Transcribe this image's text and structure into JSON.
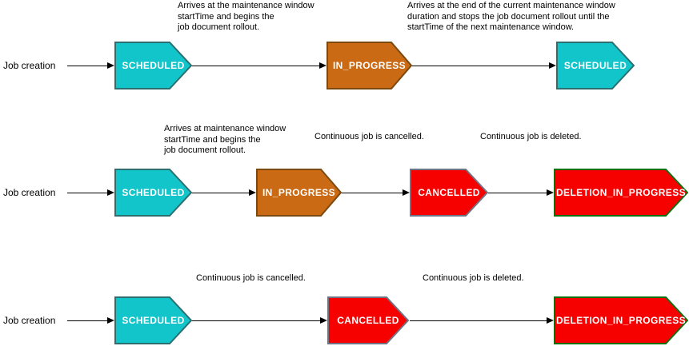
{
  "colors": {
    "scheduled": {
      "fill": "#11C5CB",
      "stroke": "#2D6E6E"
    },
    "in_progress": {
      "fill": "#CB6A15",
      "stroke": "#7A4A10"
    },
    "cancelled": {
      "fill": "#F70000",
      "stroke": "#6F7383"
    },
    "deletion_in_progress": {
      "fill": "#F70000",
      "stroke": "#0F6E0F"
    }
  },
  "rows": [
    {
      "source_label": "Job creation",
      "annotations": [
        {
          "text": "Arrives at the maintenance window\nstartTime and begins the\njob document rollout."
        },
        {
          "text": "Arrives at the end of the current maintenance window\nduration and stops the job document rollout until the\nstartTime of the next maintenance window."
        }
      ],
      "states": [
        {
          "label": "SCHEDULED",
          "type": "scheduled"
        },
        {
          "label": "IN_PROGRESS",
          "type": "in_progress"
        },
        {
          "label": "SCHEDULED",
          "type": "scheduled"
        }
      ]
    },
    {
      "source_label": "Job creation",
      "annotations": [
        {
          "text": "Arrives at maintenance window\nstartTime and begins the\njob document rollout."
        },
        {
          "text": "Continuous job is cancelled."
        },
        {
          "text": "Continuous job is deleted."
        }
      ],
      "states": [
        {
          "label": "SCHEDULED",
          "type": "scheduled"
        },
        {
          "label": "IN_PROGRESS",
          "type": "in_progress"
        },
        {
          "label": "CANCELLED",
          "type": "cancelled"
        },
        {
          "label": "DELETION_IN_PROGRESS",
          "type": "deletion_in_progress"
        }
      ]
    },
    {
      "source_label": "Job creation",
      "annotations": [
        {
          "text": "Continuous job is cancelled."
        },
        {
          "text": "Continuous job is deleted."
        }
      ],
      "states": [
        {
          "label": "SCHEDULED",
          "type": "scheduled"
        },
        {
          "label": "CANCELLED",
          "type": "cancelled"
        },
        {
          "label": "DELETION_IN_PROGRESS",
          "type": "deletion_in_progress"
        }
      ]
    }
  ]
}
